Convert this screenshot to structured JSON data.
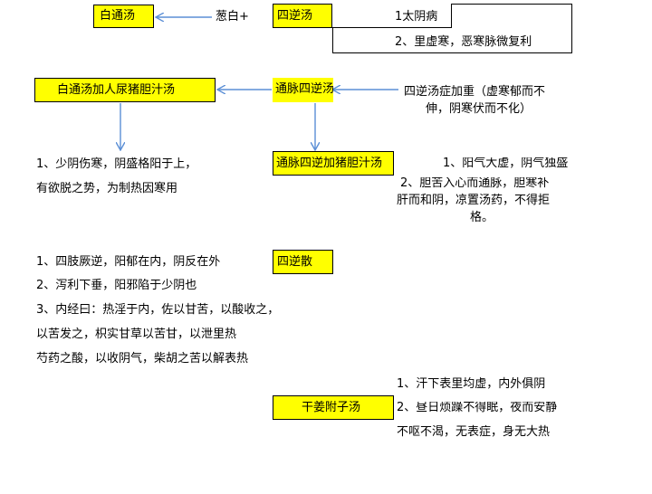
{
  "colors": {
    "box_fill": "#ffff00",
    "arrow": "#5b8fd6",
    "border": "#000000"
  },
  "row1": {
    "baitong": "白通汤",
    "congbai": "葱白+",
    "sini": "四逆汤",
    "sini_indications": {
      "item1": "1太阴病",
      "item2": "2、里虚寒，恶寒脉微复利"
    }
  },
  "row2": {
    "baitong_plus": "白通汤加人尿猪胆汁汤",
    "tongmai": "通脉四逆汤",
    "tongmai_note": {
      "line1": "四逆汤症加重（虚寒郁而不",
      "line2": "伸，阴寒伏而不化）"
    }
  },
  "row3": {
    "baitong_plus_note": {
      "line1": "1、少阴伤寒，阴盛格阳于上，",
      "line2": "有欲脱之势，为制热因寒用"
    },
    "tongmai_plus": "通脉四逆加猪胆汁汤",
    "tongmai_plus_note": {
      "line1": "1、阳气大虚，阴气独盛",
      "line2": "2、胆苦入心而通脉，胆寒补",
      "line3": "肝而和阴，凉置汤药，不得拒",
      "line4": "格。"
    }
  },
  "row4": {
    "sinisan": "四逆散",
    "sinisan_note": {
      "line1": "1、四肢厥逆，阳郁在内，阴反在外",
      "line2": "2、泻利下垂，阳邪陷于少阴也",
      "line3": "3、内经曰：热淫于内，佐以甘苦，以酸收之，",
      "line4": "以苦发之，枳实甘草以苦甘，以泄里热",
      "line5": "芍药之酸，以收阴气，柴胡之苦以解表热"
    }
  },
  "row5": {
    "ganjiang": "干姜附子汤",
    "ganjiang_note": {
      "line1": "1、汗下表里均虚，内外俱阴",
      "line2": "2、昼日烦躁不得眠，夜而安静",
      "line3": "不呕不渴，无表症，身无大热"
    }
  }
}
